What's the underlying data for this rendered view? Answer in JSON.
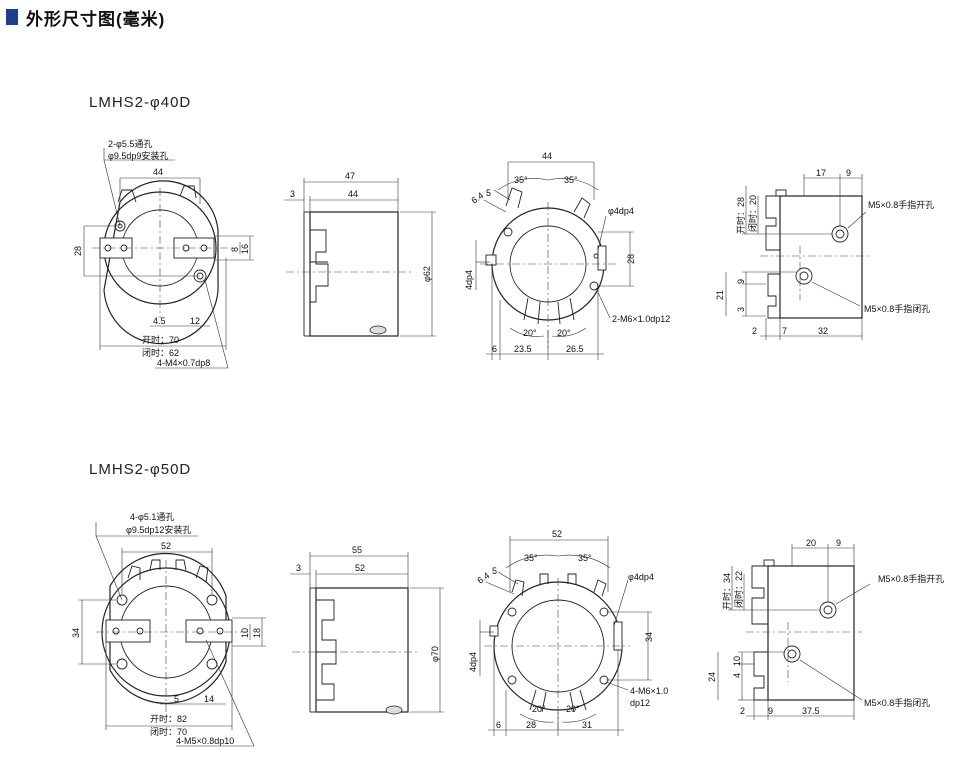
{
  "header": {
    "title": "外形尺寸图(毫米)"
  },
  "models": [
    {
      "name": "LMHS2-φ40D",
      "front": {
        "hole_note_1": "2-φ5.5通孔",
        "hole_note_2": "φ9.5dp9安装孔",
        "width": "44",
        "height": "28",
        "d_8": "8",
        "d_16": "16",
        "d_4_5": "4.5",
        "d_12": "12",
        "open": "开时：70",
        "closed": "闭时：62",
        "thread": "4-M4×0.7dp8"
      },
      "side": {
        "total": "47",
        "body": "44",
        "flange": "3",
        "dia": "φ62"
      },
      "top": {
        "width": "44",
        "ang_l": "35°",
        "ang_r": "35°",
        "d_6_4": "6.4",
        "d_5": "5",
        "pin": "φ4dp4",
        "pin_left": "4dp4",
        "h28": "28",
        "ang_b1": "20°",
        "ang_b2": "20°",
        "b_6": "6",
        "b_23_5": "23.5",
        "b_26_5": "26.5",
        "thread": "2-M6×1.0dp12"
      },
      "right": {
        "d17": "17",
        "d9": "9",
        "open_v": "开时：28",
        "closed_v": "闭时：20",
        "port_open": "M5×0.8手指开孔",
        "port_close": "M5×0.8手指闭孔",
        "v9": "9",
        "v21": "21",
        "v3": "3",
        "b2": "2",
        "b7": "7",
        "b32": "32"
      }
    },
    {
      "name": "LMHS2-φ50D",
      "front": {
        "hole_note_1": "4-φ5.1通孔",
        "hole_note_2": "φ9.5dp12安装孔",
        "width": "52",
        "height": "34",
        "d_10": "10",
        "d_18": "18",
        "d_5": "5",
        "d_14": "14",
        "open": "开时：82",
        "closed": "闭时：70",
        "thread": "4-M5×0.8dp10"
      },
      "side": {
        "total": "55",
        "body": "52",
        "flange": "3",
        "dia": "φ70"
      },
      "top": {
        "width": "52",
        "ang_l": "35°",
        "ang_r": "35°",
        "d_6_4": "6.4",
        "d_5": "5",
        "pin": "φ4dp4",
        "pin_left": "4dp4",
        "h34": "34",
        "ang_b1": "20°",
        "ang_b2": "20°",
        "b_6": "6",
        "b_28": "28",
        "b_31": "31",
        "thread_1": "4-M6×1.0",
        "thread_2": "dp12"
      },
      "right": {
        "d20": "20",
        "d9": "9",
        "open_v": "开时：34",
        "closed_v": "闭时：22",
        "port_open": "M5×0.8手指开孔",
        "port_close": "M5×0.8手指闭孔",
        "v10": "10",
        "v4": "4",
        "v24": "24",
        "b2": "2",
        "b9": "9",
        "b37_5": "37.5"
      }
    }
  ]
}
